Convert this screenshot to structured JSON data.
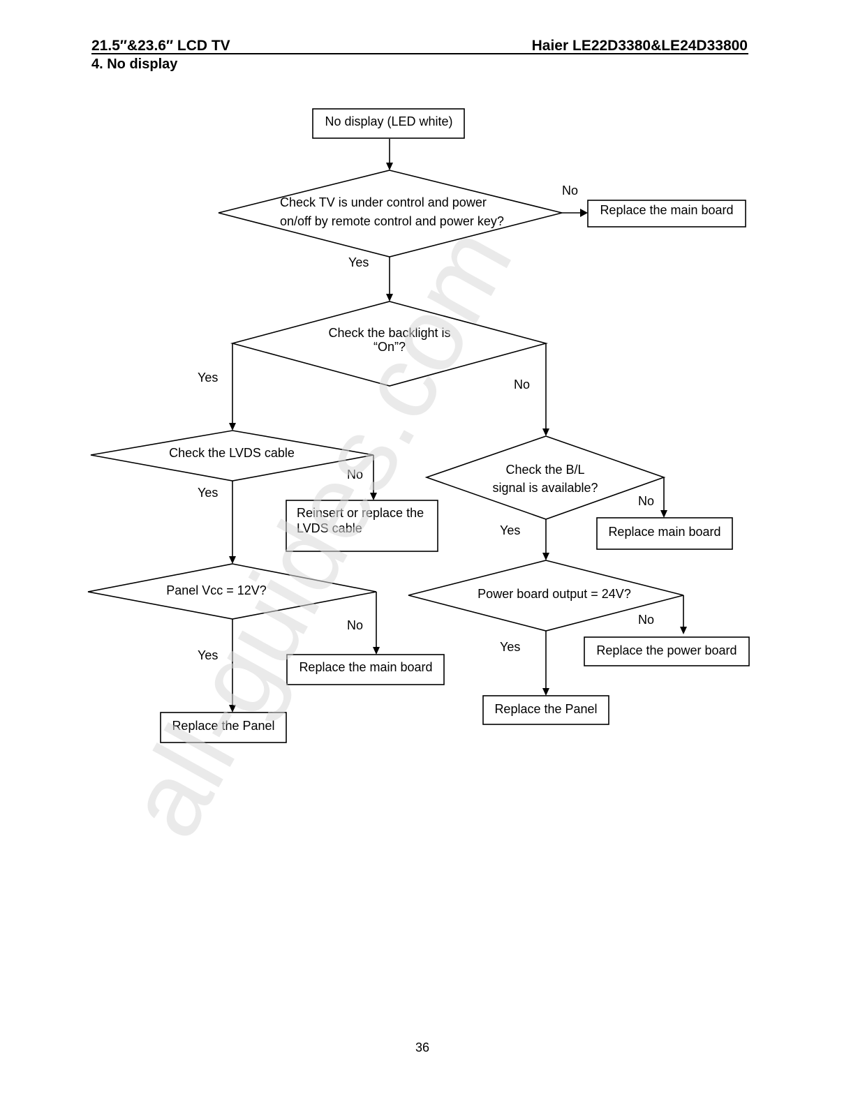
{
  "header": {
    "left": "21.5″&23.6″ LCD TV",
    "right": "Haier LE22D3380&LE24D33800"
  },
  "section_title": "4. No display",
  "flowchart": {
    "start": "No display (LED white)",
    "decision_control": [
      "Check TV is under control and power",
      "on/off by remote control and power key?"
    ],
    "decision_backlight": [
      "Check the backlight is",
      "“On”?"
    ],
    "decision_lvds": "Check the LVDS cable",
    "decision_bl_signal": [
      "Check the B/L",
      "signal is available?"
    ],
    "decision_vcc": "Panel Vcc = 12V?",
    "decision_power_output": "Power board output = 24V?",
    "box_replace_main_board_1": "Replace the main board",
    "box_reinsert_lvds": [
      "Reinsert or replace the",
      "LVDS cable"
    ],
    "box_replace_main_board_2": "Replace main board",
    "box_replace_main_board_3": "Replace the main board",
    "box_replace_power_board": "Replace the power board",
    "box_replace_panel_left": "Replace the Panel",
    "box_replace_panel_right": "Replace the Panel",
    "labels": {
      "yes": "Yes",
      "no": "No"
    }
  },
  "watermark": "all-guides.com",
  "page_number": "36"
}
